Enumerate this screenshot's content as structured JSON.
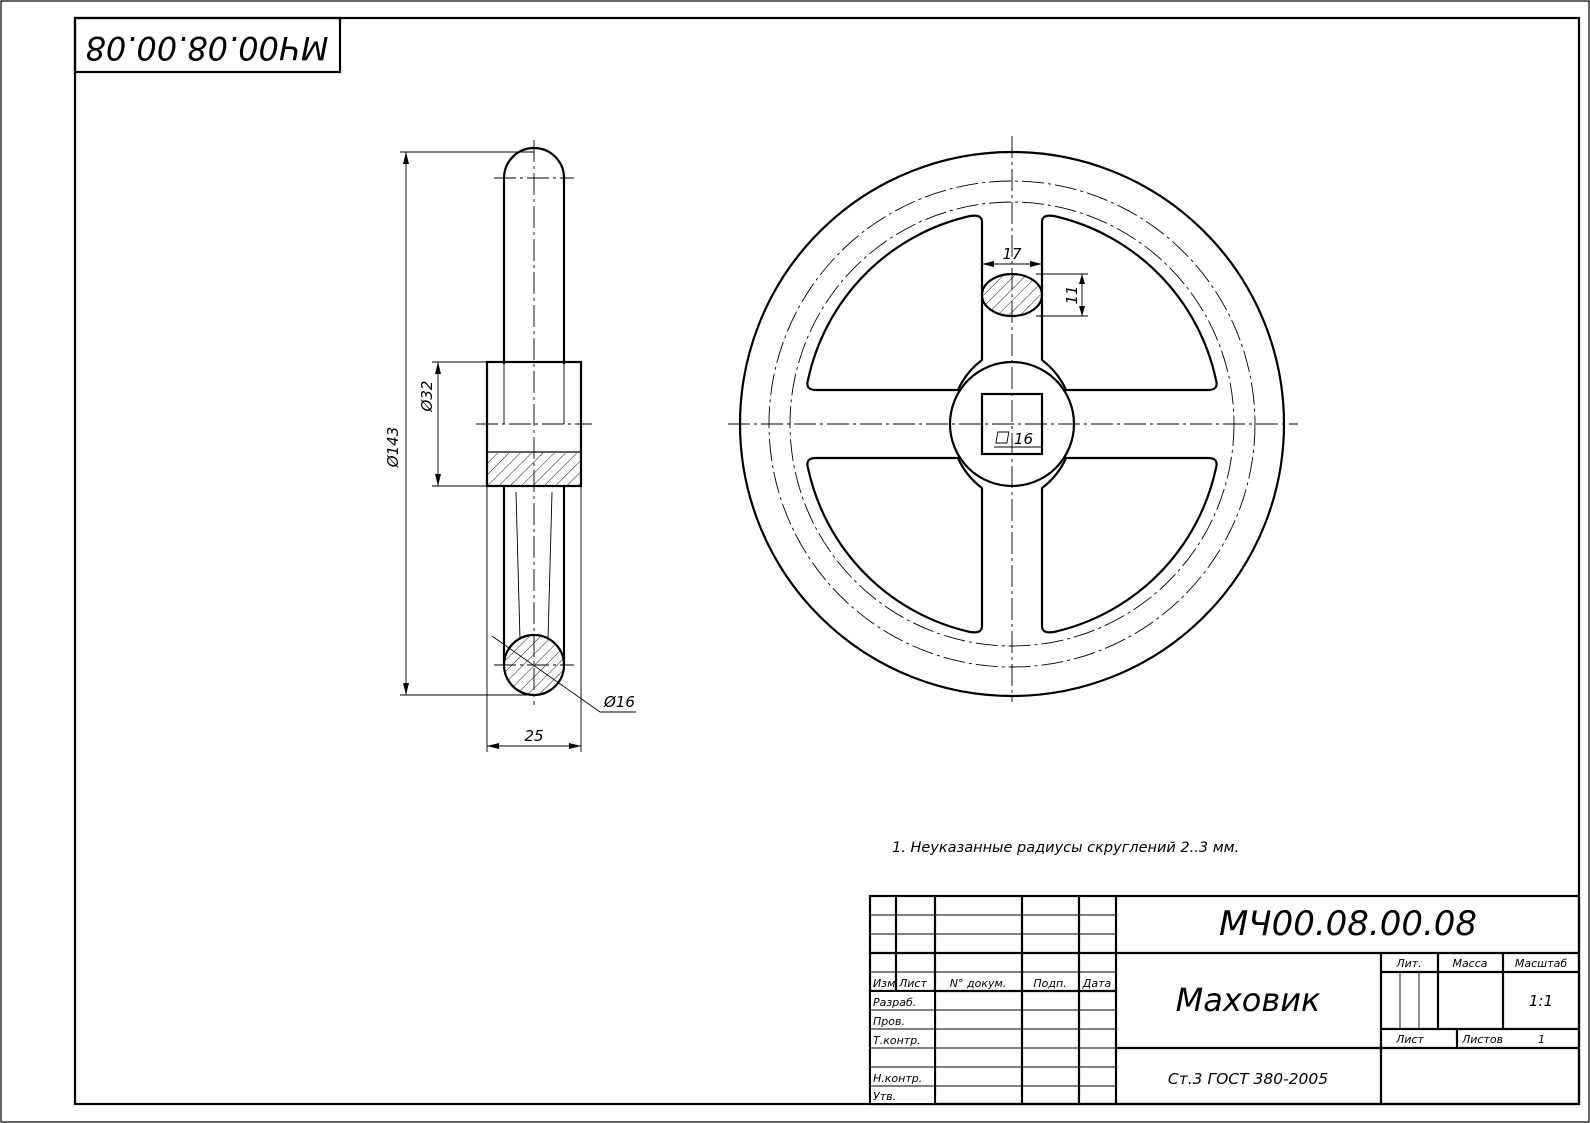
{
  "drawing": {
    "stamp_mirrored": "МЧ00.08.00.08",
    "designation": "МЧ00.08.00.08",
    "title": "Маховик",
    "material": "Ст.3 ГОСТ 380-2005",
    "scale": "1:1",
    "sheets_count": "1",
    "note": "1. Неуказанные радиусы скруглений 2..3 мм."
  },
  "dimensions": {
    "outer_diameter": "Ø143",
    "hub_diameter": "Ø32",
    "rim_section": "Ø16",
    "hub_width": "25",
    "spoke_width": "17",
    "spoke_thickness": "11",
    "square_hole": "16"
  },
  "title_block": {
    "lit": "Лит.",
    "mass": "Масса",
    "scale_label": "Масштаб",
    "sheet": "Лист",
    "sheets": "Листов",
    "col_izm": "Изм",
    "col_list": "Лист",
    "col_doc": "N° докум.",
    "col_sign": "Подп.",
    "col_date": "Дата",
    "row_razrab": "Разраб.",
    "row_prov": "Пров.",
    "row_tkontr": "Т.контр.",
    "row_nkontr": "Н.контр.",
    "row_utv": "Утв."
  }
}
